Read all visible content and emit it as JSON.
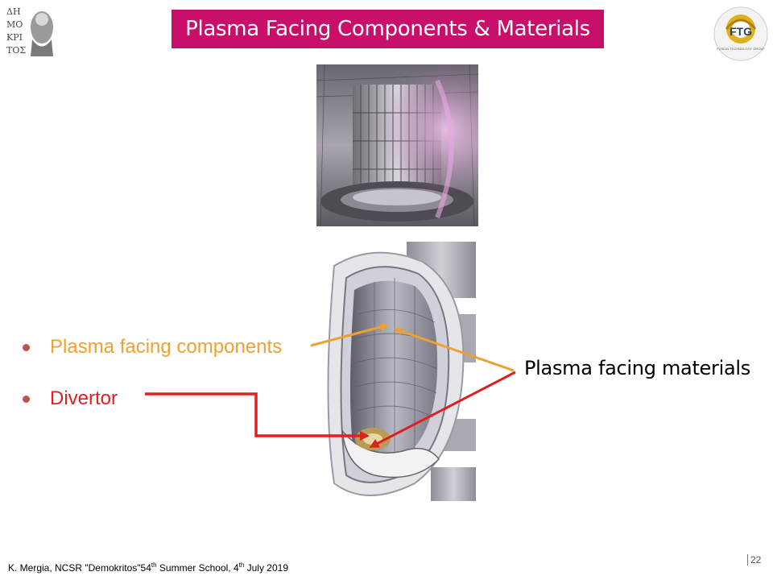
{
  "slide": {
    "title": "Plasma Facing Components & Materials",
    "bullets": [
      {
        "label": "Plasma facing components",
        "color": "#f0a030"
      },
      {
        "label": "Divertor",
        "color": "#e02020"
      }
    ],
    "annotation": "Plasma facing materials",
    "footer": {
      "author": "K. Mergia, NCSR \"Demokritos\"54",
      "sup1": "th",
      "mid": " Summer School, 4",
      "sup2": "th",
      "end": " July 2019"
    },
    "page_number": "22"
  },
  "logos": {
    "left": "Demokritos logo",
    "right_text": "FTG",
    "right_subtext": "FUSION TECHNOLOGY GROUP"
  },
  "colors": {
    "title_bg": "#c8106a",
    "orange_arrow": "#f0a030",
    "red_arrow": "#e02020",
    "bullet_dot": "#c0504d"
  }
}
